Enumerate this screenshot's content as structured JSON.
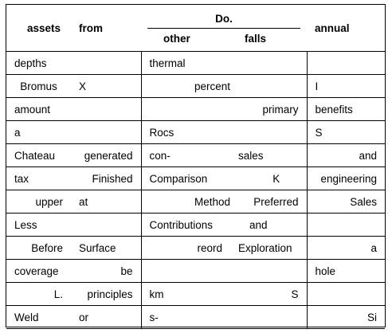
{
  "header": {
    "col1": "assets",
    "col2": "from",
    "group": "Do.",
    "sub1": "other",
    "sub2": "falls",
    "col5": "annual"
  },
  "rows": [
    [
      "depths",
      "",
      "thermal",
      "",
      ""
    ],
    [
      "Bromus",
      "X",
      "percent",
      "",
      "I"
    ],
    [
      "amount",
      "",
      "",
      "primary",
      "benefits"
    ],
    [
      "a",
      "",
      "Rocs",
      "",
      "S"
    ],
    [
      "Chateau",
      "generated",
      "con-",
      "sales",
      "and"
    ],
    [
      "tax",
      "Finished",
      "Comparison",
      "K",
      "engineering"
    ],
    [
      "upper",
      "at",
      "Method",
      "Preferred",
      "Sales"
    ],
    [
      "Less",
      "",
      "Contributions",
      "and",
      ""
    ],
    [
      "Before",
      "Surface",
      "reord",
      "Exploration",
      "a"
    ],
    [
      "coverage",
      "be",
      "",
      "",
      "hole"
    ],
    [
      "L.",
      "principles",
      "km",
      "S",
      ""
    ],
    [
      "Weld",
      "or",
      "s-",
      "",
      "Si"
    ]
  ]
}
